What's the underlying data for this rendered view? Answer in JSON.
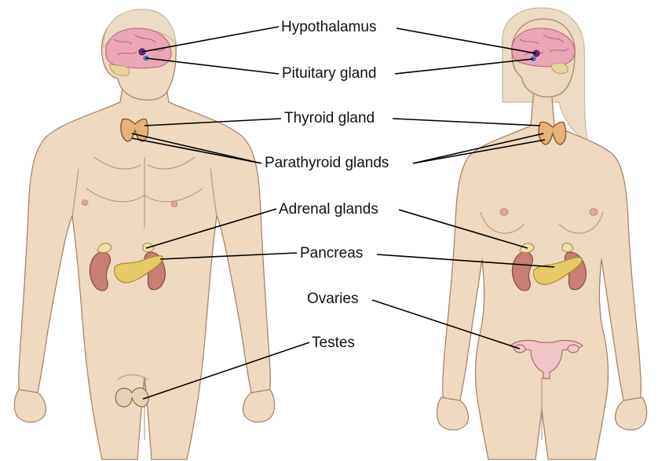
{
  "labels": {
    "hypothalamus": "Hypothalamus",
    "pituitary": "Pituitary gland",
    "thyroid": "Thyroid gland",
    "parathyroid": "Parathyroid glands",
    "adrenal": "Adrenal glands",
    "pancreas": "Pancreas",
    "ovaries": "Ovaries",
    "testes": "Testes"
  },
  "colors": {
    "skin": "#efd9c0",
    "brain": "#eaa6b6",
    "kidney": "#c67f72",
    "pancreas": "#e7c967",
    "thyroid": "#e4b27a",
    "leader": "#000000"
  }
}
